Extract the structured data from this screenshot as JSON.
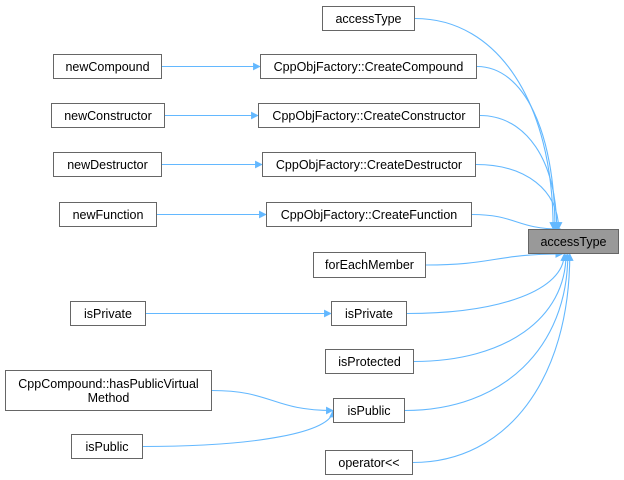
{
  "graph": {
    "edge_color": "#63b8ff",
    "nodes": {
      "target": "accessType",
      "callerAccessType": "accessType",
      "createCompound": "CppObjFactory::CreateCompound",
      "createConstructor": "CppObjFactory::CreateConstructor",
      "createDestructor": "CppObjFactory::CreateDestructor",
      "createFunction": "CppObjFactory::CreateFunction",
      "forEachMember": "forEachMember",
      "isPrivateMid": "isPrivate",
      "isProtected": "isProtected",
      "isPublicMid": "isPublic",
      "operatorShift": "operator<<",
      "newCompound": "newCompound",
      "newConstructor": "newConstructor",
      "newDestructor": "newDestructor",
      "newFunction": "newFunction",
      "isPrivateLeft": "isPrivate",
      "hasPublicVirtualMethod": "CppCompound::hasPublicVirtual\nMethod",
      "isPublicLeft": "isPublic"
    },
    "edges": [
      [
        "callerAccessType",
        "target"
      ],
      [
        "createCompound",
        "target"
      ],
      [
        "createConstructor",
        "target"
      ],
      [
        "createDestructor",
        "target"
      ],
      [
        "createFunction",
        "target"
      ],
      [
        "forEachMember",
        "target"
      ],
      [
        "isPrivateMid",
        "target"
      ],
      [
        "isProtected",
        "target"
      ],
      [
        "isPublicMid",
        "target"
      ],
      [
        "operatorShift",
        "target"
      ],
      [
        "newCompound",
        "createCompound"
      ],
      [
        "newConstructor",
        "createConstructor"
      ],
      [
        "newDestructor",
        "createDestructor"
      ],
      [
        "newFunction",
        "createFunction"
      ],
      [
        "isPrivateLeft",
        "isPrivateMid"
      ],
      [
        "hasPublicVirtualMethod",
        "isPublicMid"
      ],
      [
        "isPublicLeft",
        "isPublicMid"
      ]
    ]
  }
}
